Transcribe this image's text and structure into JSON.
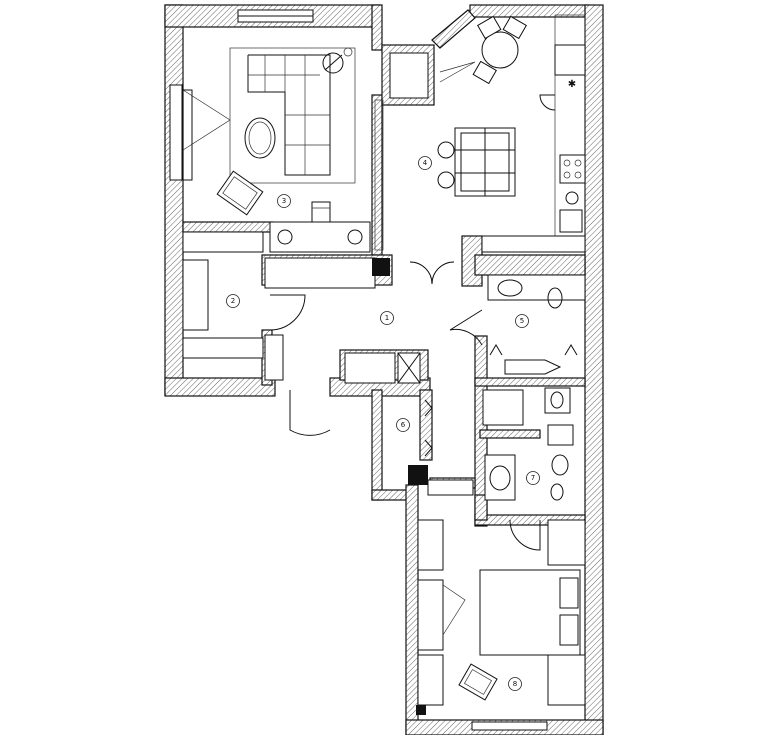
{
  "rooms": [
    {
      "id": "1",
      "label": "1"
    },
    {
      "id": "2",
      "label": "2"
    },
    {
      "id": "3",
      "label": "3"
    },
    {
      "id": "4",
      "label": "4"
    },
    {
      "id": "5",
      "label": "5"
    },
    {
      "id": "6",
      "label": "6"
    },
    {
      "id": "7",
      "label": "7"
    },
    {
      "id": "8",
      "label": "8"
    }
  ]
}
